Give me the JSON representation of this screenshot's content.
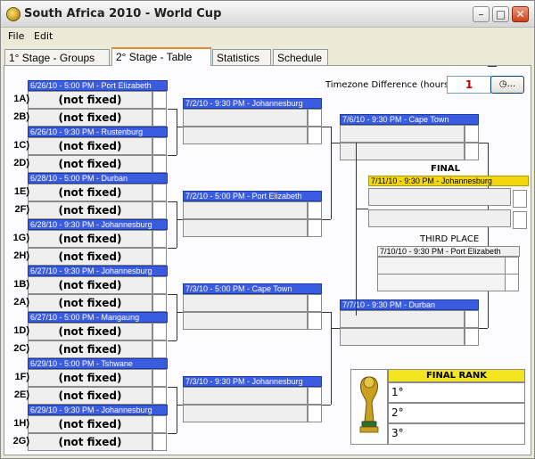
{
  "window": {
    "title": "South Africa 2010 - World Cup"
  },
  "menu": [
    "File",
    "Edit"
  ],
  "tabs": [
    "1° Stage - Groups",
    "2° Stage - Table",
    "Statistics",
    "Schedule"
  ],
  "timezone": {
    "label": "Timezone Difference (hours):",
    "value": "1",
    "button_label": "..."
  },
  "team_placeholder": "(not fixed)",
  "round_of_16": [
    {
      "date": "6/26/10 - 5:00 PM - Port Elizabeth",
      "seeds": [
        "1A)",
        "2B)"
      ],
      "teams": [
        "(not fixed)",
        "(not fixed)"
      ]
    },
    {
      "date": "6/26/10 - 9:30 PM - Rustenburg",
      "seeds": [
        "1C)",
        "2D)"
      ],
      "teams": [
        "(not fixed)",
        "(not fixed)"
      ]
    },
    {
      "date": "6/28/10 - 5:00 PM - Durban",
      "seeds": [
        "1E)",
        "2F)"
      ],
      "teams": [
        "(not fixed)",
        "(not fixed)"
      ]
    },
    {
      "date": "6/28/10 - 9:30 PM - Johannesburg",
      "seeds": [
        "1G)",
        "2H)"
      ],
      "teams": [
        "(not fixed)",
        "(not fixed)"
      ]
    },
    {
      "date": "6/27/10 - 9:30 PM - Johannesburg",
      "seeds": [
        "1B)",
        "2A)"
      ],
      "teams": [
        "(not fixed)",
        "(not fixed)"
      ]
    },
    {
      "date": "6/27/10 - 5:00 PM - Mangaung",
      "seeds": [
        "1D)",
        "2C)"
      ],
      "teams": [
        "(not fixed)",
        "(not fixed)"
      ]
    },
    {
      "date": "6/29/10 - 5:00 PM - Tshwane",
      "seeds": [
        "1F)",
        "2E)"
      ],
      "teams": [
        "(not fixed)",
        "(not fixed)"
      ]
    },
    {
      "date": "6/29/10 - 9:30 PM - Johannesburg",
      "seeds": [
        "1H)",
        "2G)"
      ],
      "teams": [
        "(not fixed)",
        "(not fixed)"
      ]
    }
  ],
  "quarter_finals": [
    {
      "date": "7/2/10 - 9:30 PM - Johannesburg"
    },
    {
      "date": "7/2/10 - 5:00 PM - Port Elizabeth"
    },
    {
      "date": "7/3/10 - 5:00 PM - Cape Town"
    },
    {
      "date": "7/3/10 - 9:30 PM - Johannesburg"
    }
  ],
  "semi_finals": [
    {
      "date": "7/6/10 - 9:30 PM - Cape Town"
    },
    {
      "date": "7/7/10 - 9:30 PM - Durban"
    }
  ],
  "final": {
    "label": "FINAL",
    "date": "7/11/10 - 9:30 PM - Johannesburg"
  },
  "third_place": {
    "label": "THIRD PLACE",
    "date": "7/10/10 - 9:30 PM - Port Elizabeth"
  },
  "final_rank": {
    "title": "FINAL RANK",
    "places": [
      "1°",
      "2°",
      "3°"
    ]
  },
  "colors": {
    "match_header": "#3a5ce0",
    "final_header": "#f3d60e",
    "rank_header": "#f3e61e"
  }
}
